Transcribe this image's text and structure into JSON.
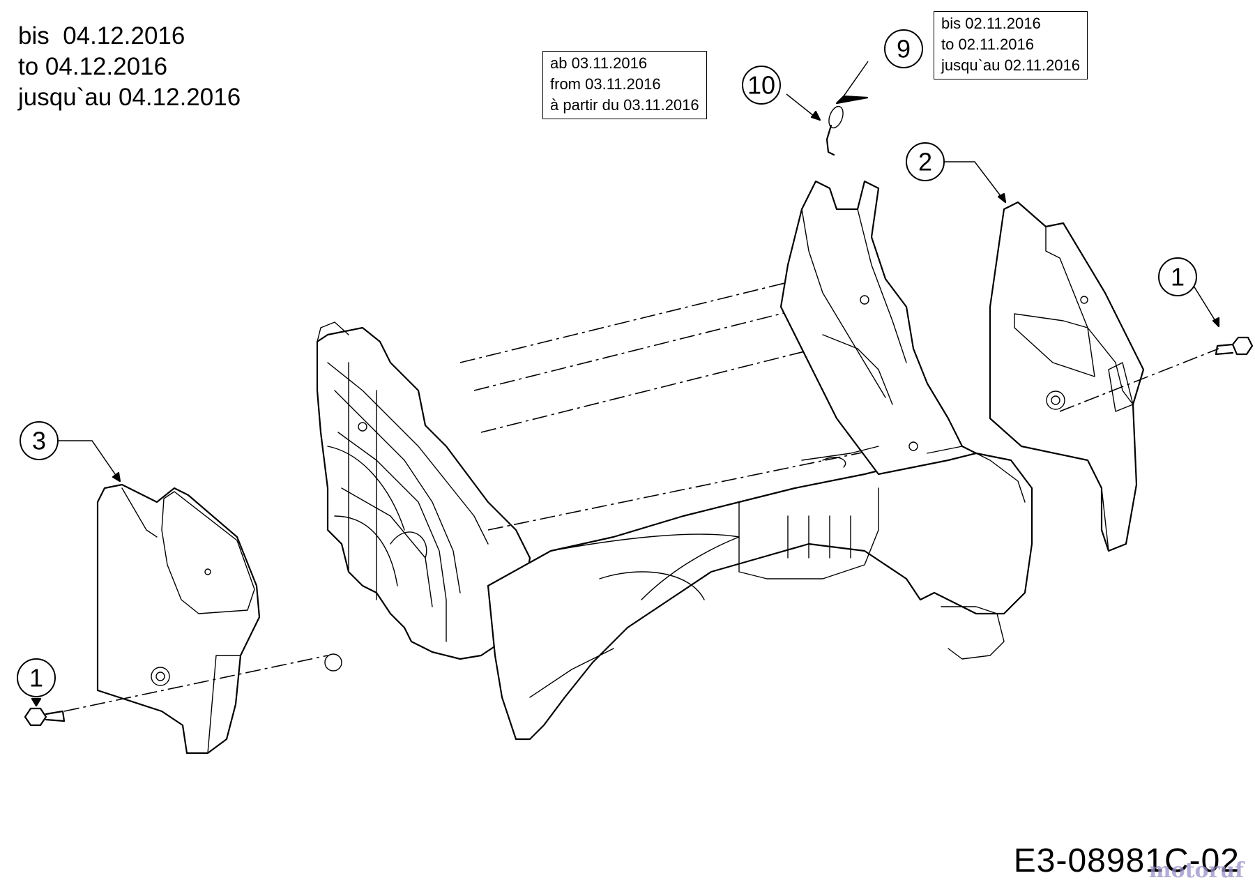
{
  "notes": {
    "date_limit": [
      "bis  04.12.2016",
      "to 04.12.2016",
      "jusqu`au 04.12.2016"
    ],
    "from_box": [
      "ab 03.11.2016",
      "from 03.11.2016",
      "à partir du 03.11.2016"
    ],
    "until_box": [
      "bis 02.11.2016",
      "to 02.11.2016",
      "jusqu`au 02.11.2016"
    ]
  },
  "callouts": [
    "1",
    "1",
    "2",
    "3",
    "9",
    "10"
  ],
  "drawing_code": "E3-08981C-02",
  "watermark": "motoruf"
}
